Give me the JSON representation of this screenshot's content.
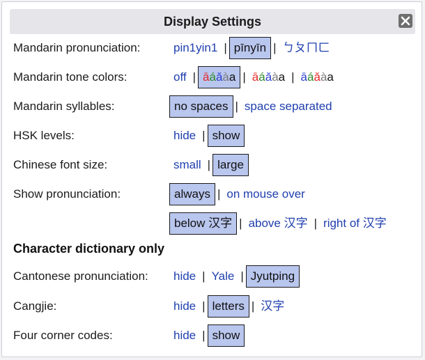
{
  "dialog": {
    "title": "Display Settings"
  },
  "settings": {
    "pronunciation": {
      "label": "Mandarin pronunciation:",
      "options": [
        "pin1yin1",
        "pīnyīn",
        "ㄅㄆㄇㄈ"
      ],
      "selected": "pīnyīn"
    },
    "tone_colors": {
      "label": "Mandarin tone colors:",
      "off": "off",
      "scheme_glyphs": [
        "ā",
        "á",
        "ǎ",
        "à",
        "a"
      ],
      "selected_scheme": 1
    },
    "syllables": {
      "label": "Mandarin syllables:",
      "options": [
        "no spaces",
        "space separated"
      ],
      "selected": "no spaces"
    },
    "hsk": {
      "label": "HSK levels:",
      "options": [
        "hide",
        "show"
      ],
      "selected": "show"
    },
    "font_size": {
      "label": "Chinese font size:",
      "options": [
        "small",
        "large"
      ],
      "selected": "large"
    },
    "show_pronunciation": {
      "label": "Show pronunciation:",
      "options": [
        "always",
        "on mouse over"
      ],
      "selected": "always",
      "position_options": [
        "below 汉字",
        "above 汉字",
        "right of 汉字"
      ],
      "position_selected": "below 汉字"
    },
    "char_dict_heading": "Character dictionary only",
    "cantonese": {
      "label": "Cantonese pronunciation:",
      "options": [
        "hide",
        "Yale",
        "Jyutping"
      ],
      "selected": "Jyutping"
    },
    "cangjie": {
      "label": "Cangjie:",
      "options": [
        "hide",
        "letters",
        "汉字"
      ],
      "selected": "letters"
    },
    "four_corner": {
      "label": "Four corner codes:",
      "options": [
        "hide",
        "show"
      ],
      "selected": "show"
    }
  },
  "colors": {
    "selected_bg": "#b9c6ee",
    "link": "#1f3fae",
    "tone1": "#e52b2b",
    "tone2": "#2e8b2e",
    "tone3": "#2c3fd0",
    "tone4": "#7a7a7a"
  }
}
